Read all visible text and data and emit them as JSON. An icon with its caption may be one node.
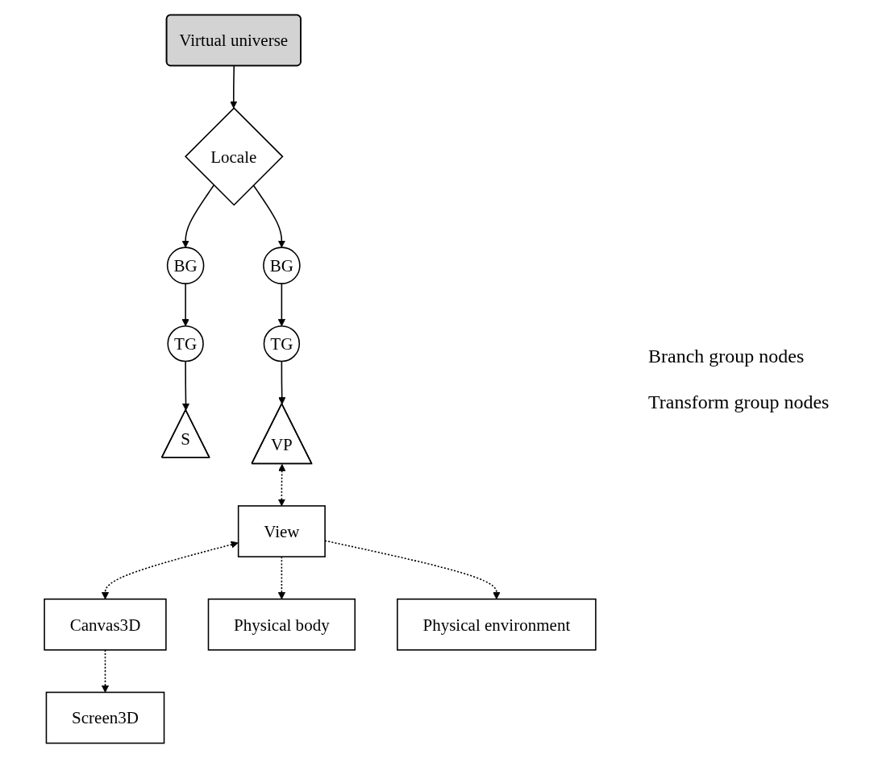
{
  "diagram": {
    "nodes": [
      {
        "text": [
          "Virtual universe"
        ]
      },
      {
        "text": [
          "Locale"
        ]
      },
      {
        "text": [
          "BG"
        ]
      },
      {
        "text": [
          "BG"
        ]
      },
      {
        "text": [
          "TG"
        ]
      },
      {
        "text": [
          "TG"
        ]
      },
      {
        "text": [
          "S"
        ]
      },
      {
        "text": [
          "VP"
        ]
      },
      {
        "text": [
          "View"
        ]
      },
      {
        "text": [
          "Canvas3D"
        ]
      },
      {
        "text": [
          "Screen3D"
        ]
      },
      {
        "text": [
          "Physical body"
        ]
      },
      {
        "text": [
          "Physical environment"
        ]
      }
    ],
    "edges": [
      {
        "from": 0,
        "to": 1,
        "arrow": "to"
      },
      {
        "from": 1,
        "to": 2,
        "arrow": "to"
      },
      {
        "from": 1,
        "to": 3,
        "arrow": "to"
      },
      {
        "from": 2,
        "to": 4,
        "arrow": "to"
      },
      {
        "from": 3,
        "to": 5,
        "arrow": "to"
      },
      {
        "from": 4,
        "to": 6,
        "arrow": "to"
      },
      {
        "from": 5,
        "to": 7,
        "arrow": "to"
      },
      {
        "from": 7,
        "to": 8,
        "arrow": "both",
        "style": "dashed"
      },
      {
        "from": 8,
        "to": 9,
        "arrow": "both",
        "style": "dashed"
      },
      {
        "from": 9,
        "to": 10,
        "arrow": "to",
        "style": "dashed"
      },
      {
        "from": 8,
        "to": 11,
        "arrow": "to",
        "style": "dashed"
      },
      {
        "from": 8,
        "to": 12,
        "arrow": "to",
        "style": "dashed"
      }
    ],
    "labels": [
      "Branch group nodes",
      "Transform group nodes"
    ]
  }
}
